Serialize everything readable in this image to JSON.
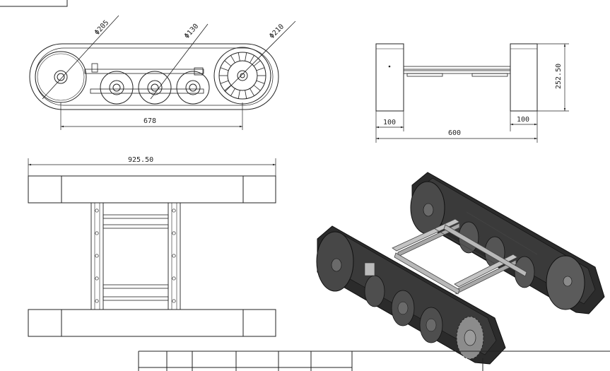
{
  "dimensions": {
    "small_wheel_dia": "Φ205",
    "mid_wheel_dia": "Φ130",
    "sprocket_dia": "Φ210",
    "wheelbase": "678",
    "height": "252.50",
    "left_track_width": "100",
    "right_track_width": "100",
    "track_gauge": "600",
    "total_length": "925.50"
  },
  "colors": {
    "line": "#222222",
    "track_dark": "#2b2b2b",
    "track_mid": "#3e3e3e",
    "wheel_grey": "#5a5a5a",
    "frame_grey": "#b9b9b9"
  }
}
